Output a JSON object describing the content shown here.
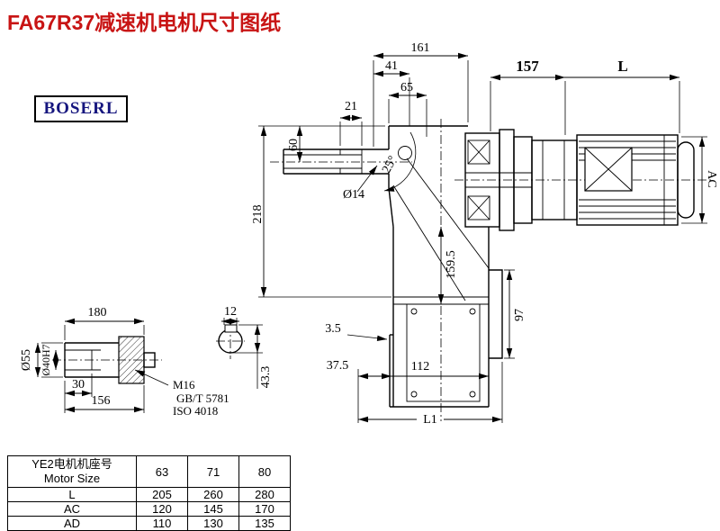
{
  "title": "FA67R37减速机电机尺寸图纸",
  "brand": "BOSERL",
  "colors": {
    "title": "#c81414",
    "brand": "#15157e",
    "line": "#000000"
  },
  "dims": {
    "d161": "161",
    "d41": "41",
    "d65": "65",
    "d21": "21",
    "d157": "157",
    "L": "L",
    "d60": "60",
    "d218": "218",
    "dia14": "Ø14",
    "angle": "25°",
    "d159_5": "159.5",
    "d97": "97",
    "AC": "AC",
    "d3_5": "3.5",
    "d37_5": "37.5",
    "d112": "112",
    "L1": "L1",
    "d180": "180",
    "d12": "12",
    "dia55": "Ø55",
    "dia40": "Ø40H7",
    "d30": "30",
    "d156": "156",
    "m16": "M16",
    "gbt": "GB/T 5781",
    "iso": "ISO 4018",
    "d43_3": "43.3"
  },
  "table": {
    "header_cn": "YE2电机机座号",
    "header_en": "Motor Size",
    "sizes": [
      "63",
      "71",
      "80"
    ],
    "rows": [
      {
        "label": "L",
        "values": [
          "205",
          "260",
          "280"
        ]
      },
      {
        "label": "AC",
        "values": [
          "120",
          "145",
          "170"
        ]
      },
      {
        "label": "AD",
        "values": [
          "110",
          "130",
          "135"
        ]
      }
    ]
  }
}
